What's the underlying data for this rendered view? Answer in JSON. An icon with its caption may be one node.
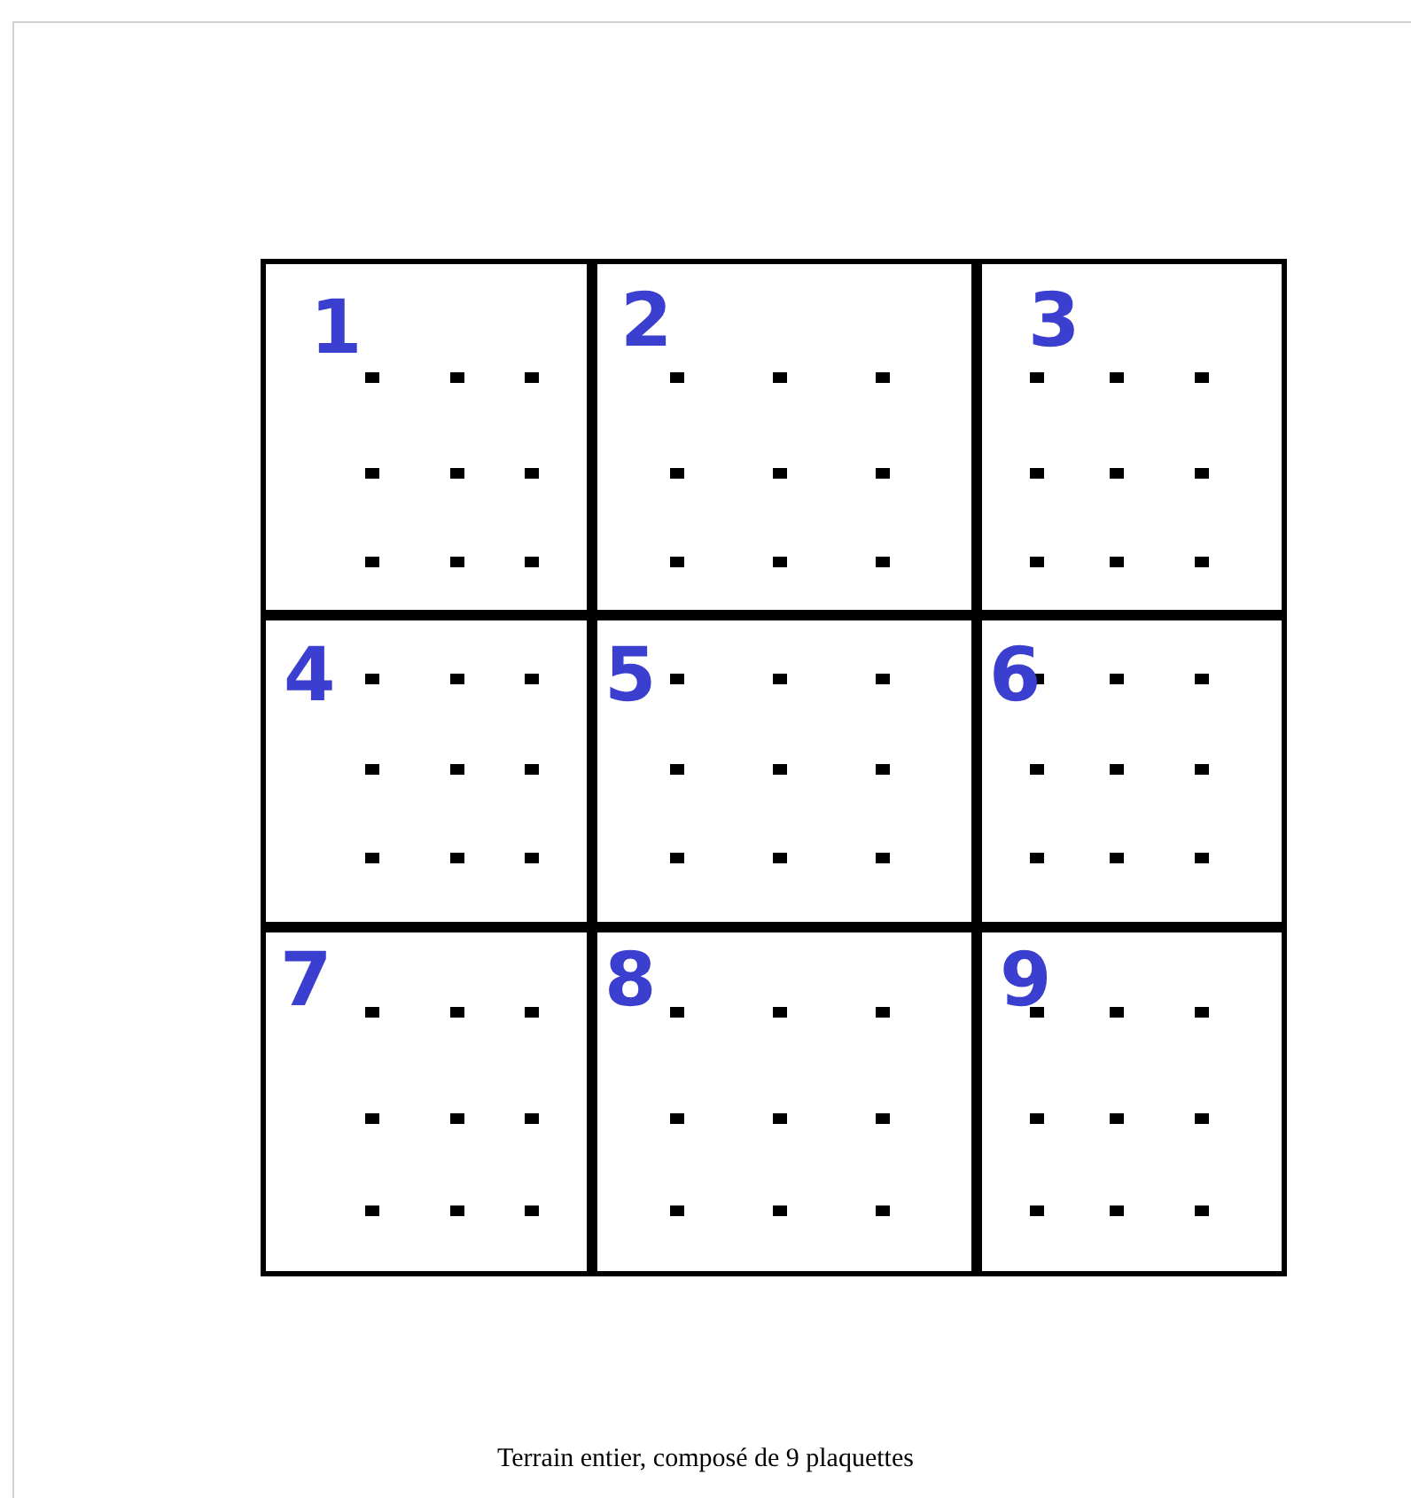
{
  "diagram": {
    "caption": "Terrain entier, composé de 9 plaquettes",
    "nodes": [
      {
        "text": [
          "1"
        ]
      },
      {
        "text": [
          "2"
        ]
      },
      {
        "text": [
          "3"
        ]
      },
      {
        "text": [
          "4"
        ]
      },
      {
        "text": [
          "5"
        ]
      },
      {
        "text": [
          "6"
        ]
      },
      {
        "text": [
          "7"
        ]
      },
      {
        "text": [
          "8"
        ]
      },
      {
        "text": [
          "9"
        ]
      }
    ]
  }
}
